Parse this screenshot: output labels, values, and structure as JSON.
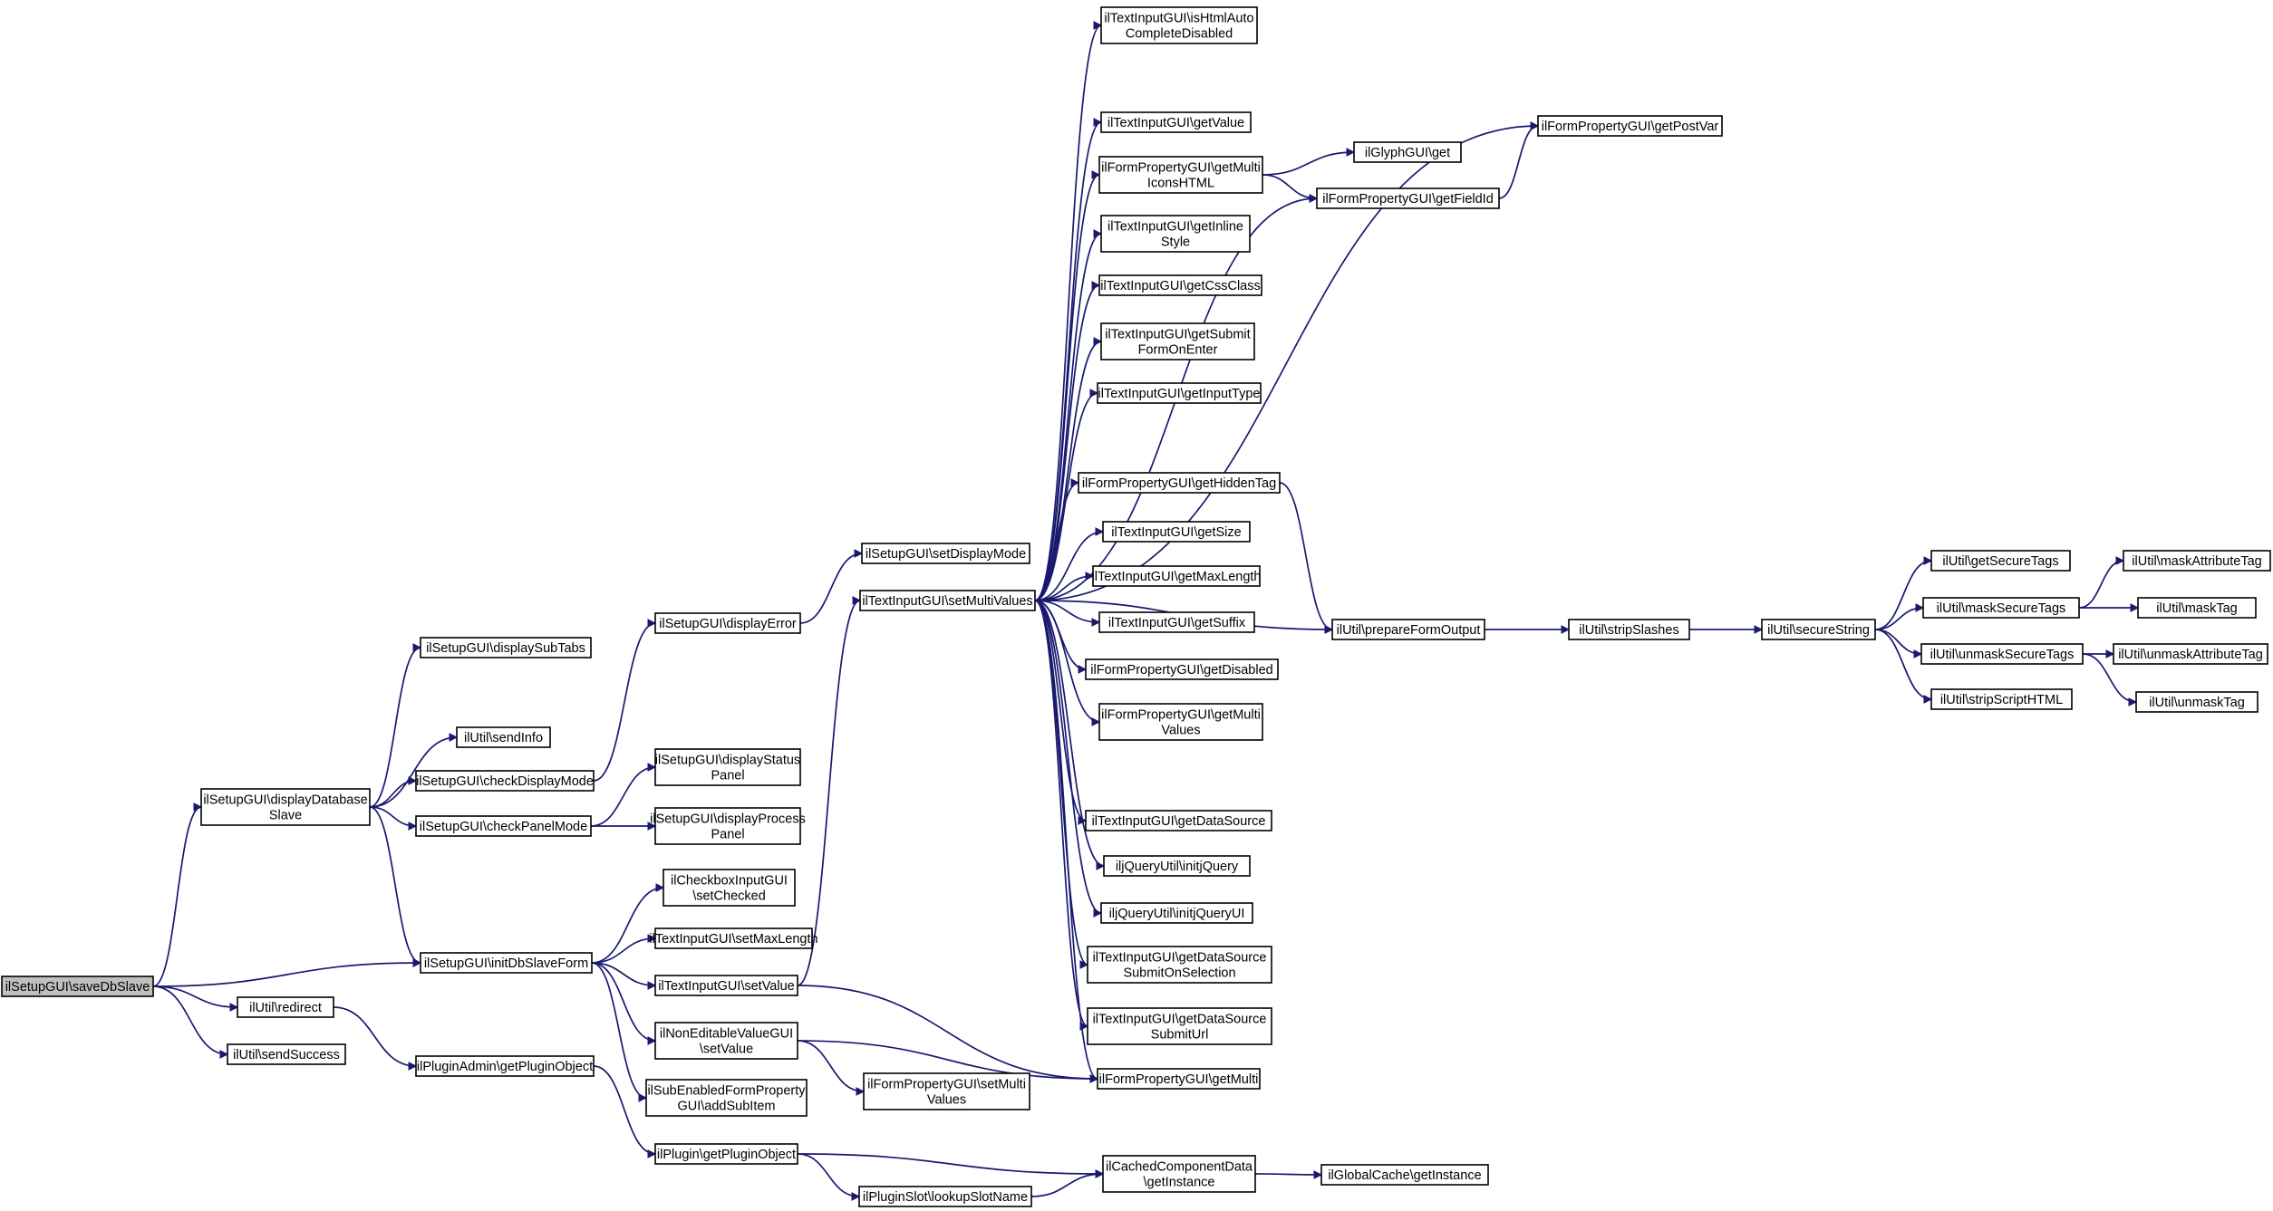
{
  "graph": {
    "title": "",
    "colors": {
      "edge": "#191970",
      "root_fill": "#bfbfbf",
      "node_fill": "#ffffff",
      "border": "#000000"
    },
    "nodes": [
      {
        "id": "saveDbSlave",
        "lines": [
          "ilSetupGUI\\saveDbSlave"
        ],
        "root": true
      },
      {
        "id": "displayDatabaseSlave",
        "lines": [
          "ilSetupGUI\\displayDatabase",
          "Slave"
        ]
      },
      {
        "id": "initDbSlaveForm",
        "lines": [
          "ilSetupGUI\\initDbSlaveForm"
        ]
      },
      {
        "id": "redirect",
        "lines": [
          "ilUtil\\redirect"
        ]
      },
      {
        "id": "sendSuccess",
        "lines": [
          "ilUtil\\sendSuccess"
        ]
      },
      {
        "id": "displaySubTabs",
        "lines": [
          "ilSetupGUI\\displaySubTabs"
        ]
      },
      {
        "id": "sendInfo",
        "lines": [
          "ilUtil\\sendInfo"
        ]
      },
      {
        "id": "checkDisplayMode",
        "lines": [
          "ilSetupGUI\\checkDisplayMode"
        ]
      },
      {
        "id": "checkPanelMode",
        "lines": [
          "ilSetupGUI\\checkPanelMode"
        ]
      },
      {
        "id": "getPluginObjectAdmin",
        "lines": [
          "ilPluginAdmin\\getPluginObject"
        ]
      },
      {
        "id": "displayError",
        "lines": [
          "ilSetupGUI\\displayError"
        ]
      },
      {
        "id": "displayStatusPanel",
        "lines": [
          "ilSetupGUI\\displayStatus",
          "Panel"
        ]
      },
      {
        "id": "displayProcessPanel",
        "lines": [
          "ilSetupGUI\\displayProcess",
          "Panel"
        ]
      },
      {
        "id": "setChecked",
        "lines": [
          "ilCheckboxInputGUI",
          "\\setChecked"
        ]
      },
      {
        "id": "setMaxLength",
        "lines": [
          "ilTextInputGUI\\setMaxLength"
        ]
      },
      {
        "id": "setValueText",
        "lines": [
          "ilTextInputGUI\\setValue"
        ]
      },
      {
        "id": "setValueNonEditable",
        "lines": [
          "ilNonEditableValueGUI",
          "\\setValue"
        ]
      },
      {
        "id": "addSubItem",
        "lines": [
          "ilSubEnabledFormProperty",
          "GUI\\addSubItem"
        ]
      },
      {
        "id": "getPluginObject",
        "lines": [
          "ilPlugin\\getPluginObject"
        ]
      },
      {
        "id": "lookupSlotName",
        "lines": [
          "ilPluginSlot\\lookupSlotName"
        ]
      },
      {
        "id": "setDisplayMode",
        "lines": [
          "ilSetupGUI\\setDisplayMode"
        ]
      },
      {
        "id": "setMultiValues",
        "lines": [
          "ilTextInputGUI\\setMultiValues"
        ]
      },
      {
        "id": "setMultiValuesProp",
        "lines": [
          "ilFormPropertyGUI\\setMulti",
          "Values"
        ]
      },
      {
        "id": "isHtmlAuto",
        "lines": [
          "ilTextInputGUI\\isHtmlAuto",
          "CompleteDisabled"
        ]
      },
      {
        "id": "getValue",
        "lines": [
          "ilTextInputGUI\\getValue"
        ]
      },
      {
        "id": "getMultiIconsHTML",
        "lines": [
          "ilFormPropertyGUI\\getMulti",
          "IconsHTML"
        ]
      },
      {
        "id": "getInlineStyle",
        "lines": [
          "ilTextInputGUI\\getInline",
          "Style"
        ]
      },
      {
        "id": "getCssClass",
        "lines": [
          "ilTextInputGUI\\getCssClass"
        ]
      },
      {
        "id": "getSubmitFormOnEnter",
        "lines": [
          "ilTextInputGUI\\getSubmit",
          "FormOnEnter"
        ]
      },
      {
        "id": "getInputType",
        "lines": [
          "ilTextInputGUI\\getInputType"
        ]
      },
      {
        "id": "getHiddenTag",
        "lines": [
          "ilFormPropertyGUI\\getHiddenTag"
        ]
      },
      {
        "id": "getSize",
        "lines": [
          "ilTextInputGUI\\getSize"
        ]
      },
      {
        "id": "getMaxLength",
        "lines": [
          "ilTextInputGUI\\getMaxLength"
        ]
      },
      {
        "id": "getSuffix",
        "lines": [
          "ilTextInputGUI\\getSuffix"
        ]
      },
      {
        "id": "getDisabled",
        "lines": [
          "ilFormPropertyGUI\\getDisabled"
        ]
      },
      {
        "id": "getMultiValues",
        "lines": [
          "ilFormPropertyGUI\\getMulti",
          "Values"
        ]
      },
      {
        "id": "getDataSource",
        "lines": [
          "ilTextInputGUI\\getDataSource"
        ]
      },
      {
        "id": "initjQuery",
        "lines": [
          "iljQueryUtil\\initjQuery"
        ]
      },
      {
        "id": "initjQueryUI",
        "lines": [
          "iljQueryUtil\\initjQueryUI"
        ]
      },
      {
        "id": "getDataSourceSubmitOnSelection",
        "lines": [
          "ilTextInputGUI\\getDataSource",
          "SubmitOnSelection"
        ]
      },
      {
        "id": "getDataSourceSubmitUrl",
        "lines": [
          "ilTextInputGUI\\getDataSource",
          "SubmitUrl"
        ]
      },
      {
        "id": "getMulti",
        "lines": [
          "ilFormPropertyGUI\\getMulti"
        ]
      },
      {
        "id": "getInstanceCached",
        "lines": [
          "ilCachedComponentData",
          "\\getInstance"
        ]
      },
      {
        "id": "getInstanceGlobal",
        "lines": [
          "ilGlobalCache\\getInstance"
        ]
      },
      {
        "id": "getPostVar",
        "lines": [
          "ilFormPropertyGUI\\getPostVar"
        ]
      },
      {
        "id": "glyphGet",
        "lines": [
          "ilGlyphGUI\\get"
        ]
      },
      {
        "id": "getFieldId",
        "lines": [
          "ilFormPropertyGUI\\getFieldId"
        ]
      },
      {
        "id": "prepareFormOutput",
        "lines": [
          "ilUtil\\prepareFormOutput"
        ]
      },
      {
        "id": "stripSlashes",
        "lines": [
          "ilUtil\\stripSlashes"
        ]
      },
      {
        "id": "secureString",
        "lines": [
          "ilUtil\\secureString"
        ]
      },
      {
        "id": "getSecureTags",
        "lines": [
          "ilUtil\\getSecureTags"
        ]
      },
      {
        "id": "maskSecureTags",
        "lines": [
          "ilUtil\\maskSecureTags"
        ]
      },
      {
        "id": "unmaskSecureTags",
        "lines": [
          "ilUtil\\unmaskSecureTags"
        ]
      },
      {
        "id": "stripScriptHTML",
        "lines": [
          "ilUtil\\stripScriptHTML"
        ]
      },
      {
        "id": "maskAttributeTag",
        "lines": [
          "ilUtil\\maskAttributeTag"
        ]
      },
      {
        "id": "maskTag",
        "lines": [
          "ilUtil\\maskTag"
        ]
      },
      {
        "id": "unmaskAttributeTag",
        "lines": [
          "ilUtil\\unmaskAttributeTag"
        ]
      },
      {
        "id": "unmaskTag",
        "lines": [
          "ilUtil\\unmaskTag"
        ]
      }
    ],
    "edges": [
      [
        "saveDbSlave",
        "displayDatabaseSlave"
      ],
      [
        "saveDbSlave",
        "initDbSlaveForm"
      ],
      [
        "saveDbSlave",
        "redirect"
      ],
      [
        "saveDbSlave",
        "sendSuccess"
      ],
      [
        "displayDatabaseSlave",
        "displaySubTabs"
      ],
      [
        "displayDatabaseSlave",
        "sendInfo"
      ],
      [
        "displayDatabaseSlave",
        "checkDisplayMode"
      ],
      [
        "displayDatabaseSlave",
        "checkPanelMode"
      ],
      [
        "displayDatabaseSlave",
        "initDbSlaveForm"
      ],
      [
        "checkDisplayMode",
        "displayError"
      ],
      [
        "checkPanelMode",
        "displayStatusPanel"
      ],
      [
        "checkPanelMode",
        "displayProcessPanel"
      ],
      [
        "displayError",
        "setDisplayMode"
      ],
      [
        "redirect",
        "getPluginObjectAdmin"
      ],
      [
        "getPluginObjectAdmin",
        "getPluginObject"
      ],
      [
        "initDbSlaveForm",
        "setChecked"
      ],
      [
        "initDbSlaveForm",
        "setMaxLength"
      ],
      [
        "initDbSlaveForm",
        "setValueText"
      ],
      [
        "initDbSlaveForm",
        "setValueNonEditable"
      ],
      [
        "initDbSlaveForm",
        "addSubItem"
      ],
      [
        "setValueText",
        "setMultiValues"
      ],
      [
        "setValueText",
        "getMulti"
      ],
      [
        "setValueNonEditable",
        "getMulti"
      ],
      [
        "setValueNonEditable",
        "setMultiValuesProp"
      ],
      [
        "getPluginObject",
        "getInstanceCached"
      ],
      [
        "getPluginObject",
        "lookupSlotName"
      ],
      [
        "lookupSlotName",
        "getInstanceCached"
      ],
      [
        "getInstanceCached",
        "getInstanceGlobal"
      ],
      [
        "setMultiValues",
        "isHtmlAuto"
      ],
      [
        "setMultiValues",
        "getPostVar"
      ],
      [
        "setMultiValues",
        "getValue"
      ],
      [
        "setMultiValues",
        "getMultiIconsHTML"
      ],
      [
        "setMultiValues",
        "getFieldId"
      ],
      [
        "setMultiValues",
        "getInlineStyle"
      ],
      [
        "setMultiValues",
        "getCssClass"
      ],
      [
        "setMultiValues",
        "getSubmitFormOnEnter"
      ],
      [
        "setMultiValues",
        "getInputType"
      ],
      [
        "setMultiValues",
        "getHiddenTag"
      ],
      [
        "setMultiValues",
        "getSize"
      ],
      [
        "setMultiValues",
        "getMaxLength"
      ],
      [
        "setMultiValues",
        "getSuffix"
      ],
      [
        "setMultiValues",
        "getDisabled"
      ],
      [
        "setMultiValues",
        "getMultiValues"
      ],
      [
        "setMultiValues",
        "prepareFormOutput"
      ],
      [
        "setMultiValues",
        "getDataSource"
      ],
      [
        "setMultiValues",
        "initjQuery"
      ],
      [
        "setMultiValues",
        "initjQueryUI"
      ],
      [
        "setMultiValues",
        "getDataSourceSubmitOnSelection"
      ],
      [
        "setMultiValues",
        "getDataSourceSubmitUrl"
      ],
      [
        "setMultiValues",
        "getMulti"
      ],
      [
        "getMultiIconsHTML",
        "glyphGet"
      ],
      [
        "getMultiIconsHTML",
        "getFieldId"
      ],
      [
        "getFieldId",
        "getPostVar"
      ],
      [
        "getHiddenTag",
        "prepareFormOutput"
      ],
      [
        "prepareFormOutput",
        "stripSlashes"
      ],
      [
        "stripSlashes",
        "secureString"
      ],
      [
        "secureString",
        "getSecureTags"
      ],
      [
        "secureString",
        "maskSecureTags"
      ],
      [
        "secureString",
        "unmaskSecureTags"
      ],
      [
        "secureString",
        "stripScriptHTML"
      ],
      [
        "maskSecureTags",
        "maskAttributeTag"
      ],
      [
        "maskSecureTags",
        "maskTag"
      ],
      [
        "unmaskSecureTags",
        "unmaskAttributeTag"
      ],
      [
        "unmaskSecureTags",
        "unmaskTag"
      ]
    ]
  }
}
